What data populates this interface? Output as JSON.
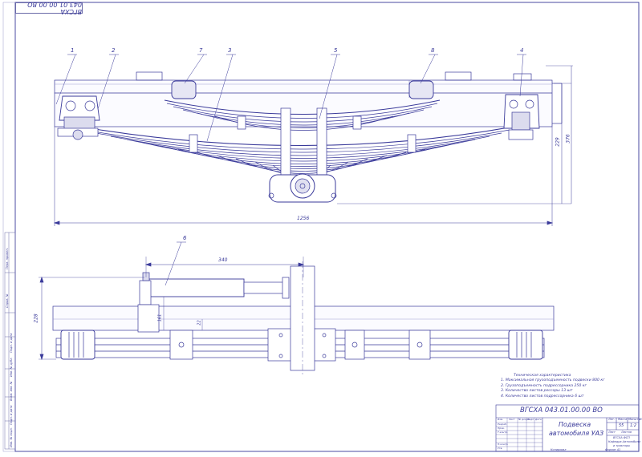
{
  "drawing": {
    "stamp_code": "ВГСХА 043.01.00.00 ВО",
    "views": {
      "front_dims": {
        "length": "1256",
        "height_a": "229",
        "height_b": "376"
      },
      "top_dims": {
        "shock_length": "340",
        "width": "228",
        "dim_a": "161",
        "dim_b": "22"
      }
    },
    "callouts": [
      "1",
      "2",
      "3",
      "4",
      "5",
      "6",
      "7",
      "8"
    ],
    "specs_title": "Техническая характеристика",
    "specs": [
      "1. Максимальная грузоподъемность подвески 800 кг",
      "2. Грузоподъемность подрессорника 250 кг",
      "3. Количество листов рессоры 13 шт",
      "4. Количество листов подрессорника 6 шт"
    ],
    "title_block": {
      "code": "ВГСХА 043.01.00.00 ВО",
      "title_line1": "Подвеска",
      "title_line2": "автомобиля УАЗ",
      "headers": {
        "lit": "Лит.",
        "mass": "Масса",
        "scale": "Масштаб"
      },
      "mass": "55",
      "scale": "1:2",
      "sheet": "Лист",
      "sheets": "Листов",
      "org_line1": "ВГСХА ФСП",
      "org_line2": "Кафедра Автомобили",
      "org_line3": "и тракторы",
      "rows": [
        "Изм.",
        "Лист",
        "№ докум.",
        "Подп.",
        "Дата"
      ],
      "roles": [
        "Разраб.",
        "Пров.",
        "Т.контр.",
        "",
        "Н.контр.",
        "Утв."
      ],
      "bottom_left": "Копировал",
      "bottom_right": "Формат А1"
    },
    "side_labels": [
      "Перв. примен.",
      "Справ. №",
      "Подп. и дата",
      "Инв. № дубл.",
      "Взам. инв. №",
      "Подп. и дата",
      "Инв. № подл."
    ],
    "colors": {
      "line": "#3a3a9a",
      "light": "#8a8ac8"
    }
  }
}
